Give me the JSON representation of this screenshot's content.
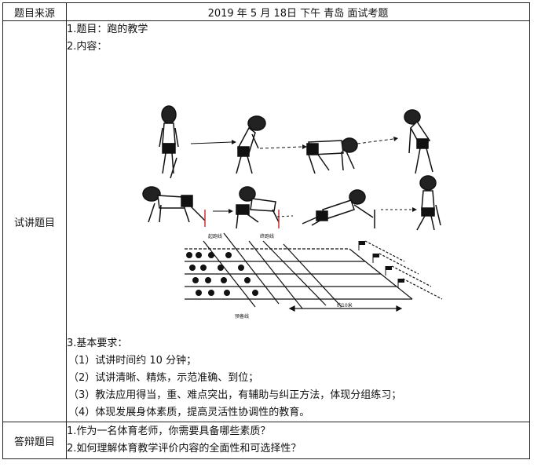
{
  "header": {
    "source_label": "题目来源",
    "source_value": "2019 年 5 月 18日 下午 青岛 面试考题"
  },
  "lecture": {
    "label": "试讲题目",
    "topic": "1.题目：跑的教学",
    "content_label": "2.内容：",
    "figure_labels": {
      "start_line": "起跑线",
      "finish_line": "终跑线",
      "prep_line": "预备线",
      "distance": "约10米"
    },
    "requirements_label": "3.基本要求：",
    "requirements": [
      "（1）试讲时间约 10 分钟；",
      "（2）试讲清晰、精炼，示范准确、到位；",
      "（3）教法应用得当，重、难点突出，有辅助与纠正方法，体现分组练习；",
      "（4）体现发展身体素质，提高灵活性协调性的教育。"
    ]
  },
  "defense": {
    "label": "答辩题目",
    "questions": [
      "1.作为一名体育老师，你需要具备哪些素质？",
      "2.如何理解体育教学评价内容的全面性和可选择性？"
    ]
  }
}
